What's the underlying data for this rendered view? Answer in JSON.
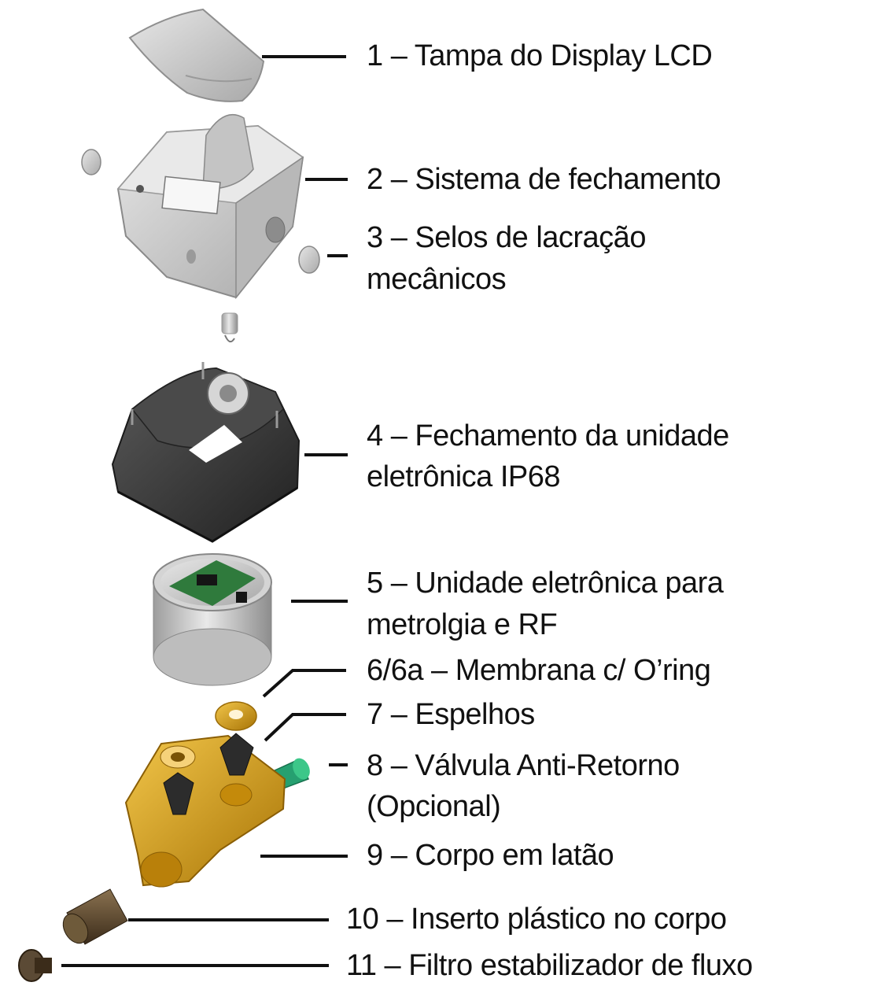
{
  "labels": {
    "l1": "1 – Tampa do Display LCD",
    "l2": "2 – Sistema de fechamento",
    "l3a": "3 – Selos de lacração",
    "l3b": "mecânicos",
    "l4a": "4 – Fechamento da unidade",
    "l4b": "eletrônica IP68",
    "l5a": "5 – Unidade eletrônica para",
    "l5b": "metrolgia e RF",
    "l6": "6/6a – Membrana c/ O’ring",
    "l7": "7 – Espelhos",
    "l8a": "8 – Válvula Anti-Retorno",
    "l8b": "(Opcional)",
    "l9": "9 – Corpo em latão",
    "l10": "10 – Inserto plástico no corpo",
    "l11": "11 – Filtro estabilizador de fluxo"
  },
  "colors": {
    "text": "#111111",
    "leader": "#111111",
    "light_plastic": "#c9c9c9",
    "dark_plastic": "#3a3a3a",
    "brass": "#d39b14",
    "pcb": "#2f7a3c",
    "valve": "#2aa06e",
    "insert": "#5a4630"
  }
}
